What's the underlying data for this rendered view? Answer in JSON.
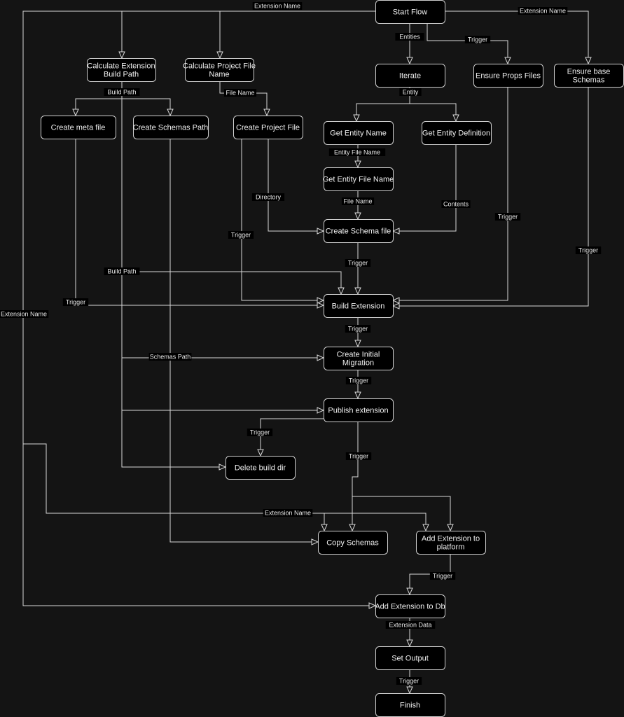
{
  "diagram": {
    "nodes": {
      "start": "Start Flow",
      "calc_build": "Calculate Extension\nBuild Path",
      "calc_proj": "Calculate Project File\nName",
      "iterate": "Iterate",
      "props": "Ensure Props Files",
      "base": "Ensure base\nSchemas",
      "meta": "Create meta file",
      "schemas_path": "Create Schemas Path",
      "proj_file": "Create Project File",
      "ent_name": "Get Entity Name",
      "ent_def": "Get Entity Definition",
      "ent_file": "Get Entity File Name",
      "schema_file": "Create Schema file",
      "build": "Build Extension",
      "migration": "Create Initial\nMigration",
      "publish": "Publish extension",
      "delete_dir": "Delete build dir",
      "copy": "Copy Schemas",
      "add_plat": "Add Extension to\nplatform",
      "add_db": "Add Extension to Db",
      "set_output": "Set Output",
      "finish": "Finish"
    },
    "edge_labels": {
      "ext_name": "Extension Name",
      "entities": "Entities",
      "trigger": "Trigger",
      "entity": "Entity",
      "build_path": "Build Path",
      "file_name": "File Name",
      "entity_file_name": "Entity File Name",
      "directory": "Directory",
      "contents": "Contents",
      "schemas_path": "Schemas Path",
      "extension_data": "Extension Data"
    }
  }
}
